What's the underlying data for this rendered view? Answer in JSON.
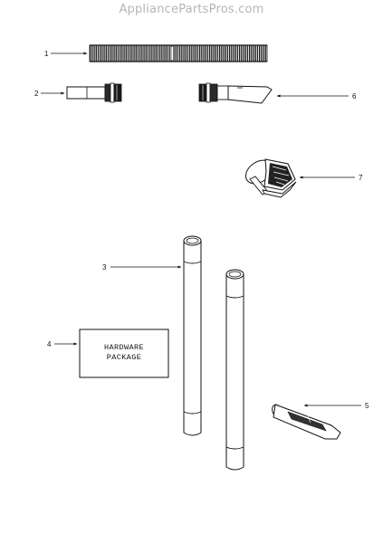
{
  "watermark": "AppliancePartsPros.com",
  "callouts": {
    "c1": "1",
    "c2": "2",
    "c3": "3",
    "c4": "4",
    "c5": "5",
    "c6": "6",
    "c7": "7"
  },
  "hardware_package": {
    "line1": "HARDWARE",
    "line2": "PACKAGE"
  },
  "parts": [
    {
      "callout": "1",
      "icon": "flexible-hose"
    },
    {
      "callout": "2",
      "icon": "hose-end-connector"
    },
    {
      "callout": "3",
      "icon": "extension-wands"
    },
    {
      "callout": "4",
      "icon": "hardware-package"
    },
    {
      "callout": "5",
      "icon": "crevice-tool"
    },
    {
      "callout": "6",
      "icon": "hose-end-nozzle"
    },
    {
      "callout": "7",
      "icon": "dusting-brush"
    }
  ]
}
